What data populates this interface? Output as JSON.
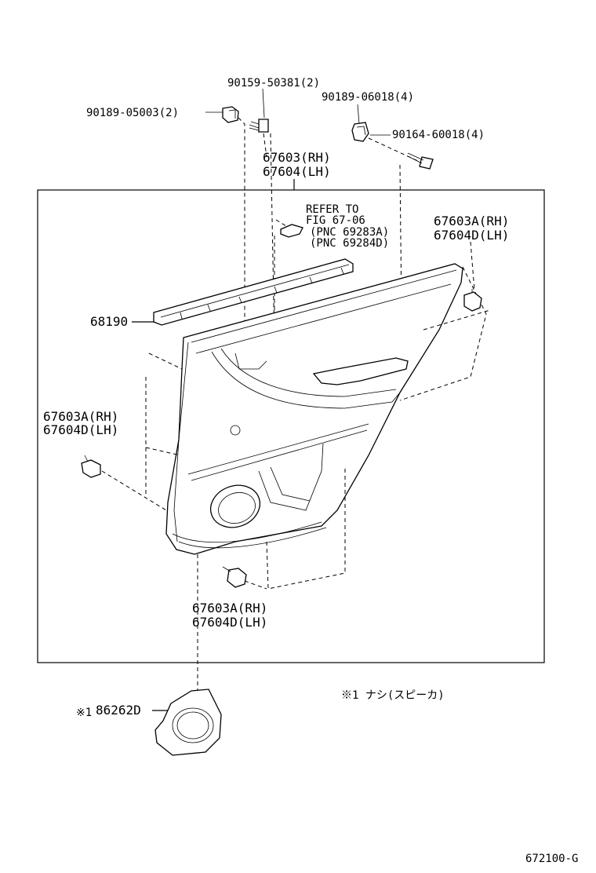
{
  "diagram": {
    "labels": {
      "bolt_90159": "90159-50381(2)",
      "clip_90189_a": "90189-05003(2)",
      "clip_90189_b": "90189-06018(4)",
      "screw_90164": "90164-60018(4)",
      "board_rh": "67603(RH)",
      "board_lh": "67604(LH)",
      "refer_line1": "REFER TO",
      "refer_line2": "FIG 67-06",
      "refer_line3": "(PNC 69283A)",
      "refer_line4": "(PNC 69284D)",
      "clip_right_rh": "67603A(RH)",
      "clip_right_lh": "67604D(LH)",
      "weatherstrip": "68190",
      "clip_left_rh": "67603A(RH)",
      "clip_left_lh": "67604D(LH)",
      "clip_bottom_rh": "67603A(RH)",
      "clip_bottom_lh": "67604D(LH)",
      "speaker_mark": "※1",
      "speaker_part": "86262D",
      "note": "※1 ナシ(スピーカ)",
      "figure_code": "672100-G"
    }
  }
}
